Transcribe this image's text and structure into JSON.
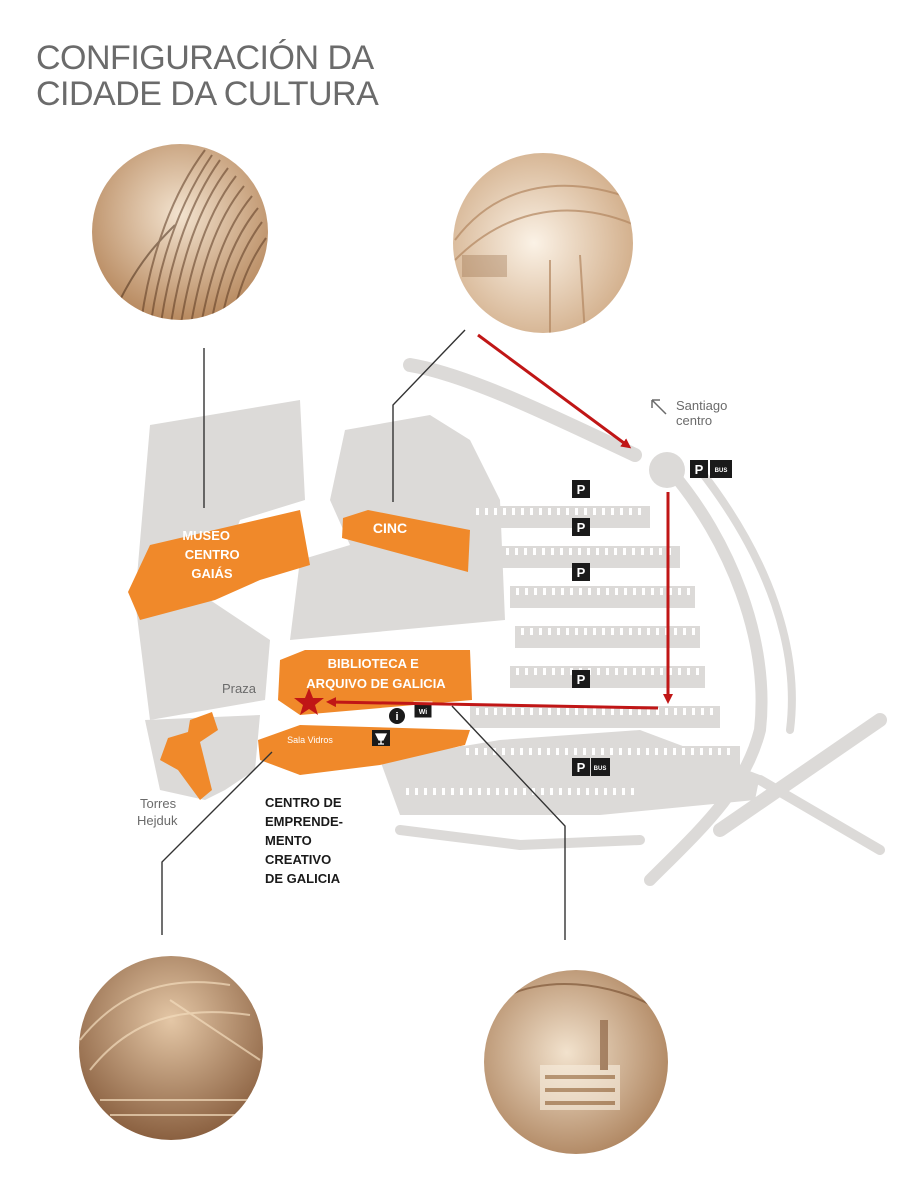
{
  "title": {
    "line1": "CONFIGURACIÓN DA",
    "line2": "CIDADE DA CULTURA"
  },
  "buildings": {
    "museo": {
      "line1": "MUSEO",
      "line2": "CENTRO",
      "line3": "GAIÁS"
    },
    "cinc": "CINC",
    "biblioteca": {
      "line1": "BIBLIOTECA E",
      "line2": "ARQUIVO DE GALICIA"
    },
    "sala_vidros": "Sala Vidros"
  },
  "labels": {
    "santiago": {
      "line1": "Santiago",
      "line2": "centro"
    },
    "praza": "Praza",
    "torres": {
      "line1": "Torres",
      "line2": "Hejduk"
    },
    "centro_emprende": {
      "line1": "CENTRO DE",
      "line2": "EMPRENDE-",
      "line3": "MENTO",
      "line4": "CREATIVO",
      "line5": "DE GALICIA"
    }
  },
  "icons": {
    "parking": "P",
    "bus": "BUS",
    "info": "i",
    "wifi": "Wi"
  },
  "colors": {
    "building": "#f0892a",
    "terrain": "#dcdad8",
    "route": "#c01616",
    "text": "#6b6b6b",
    "icon_bg": "#1a1a1a"
  }
}
